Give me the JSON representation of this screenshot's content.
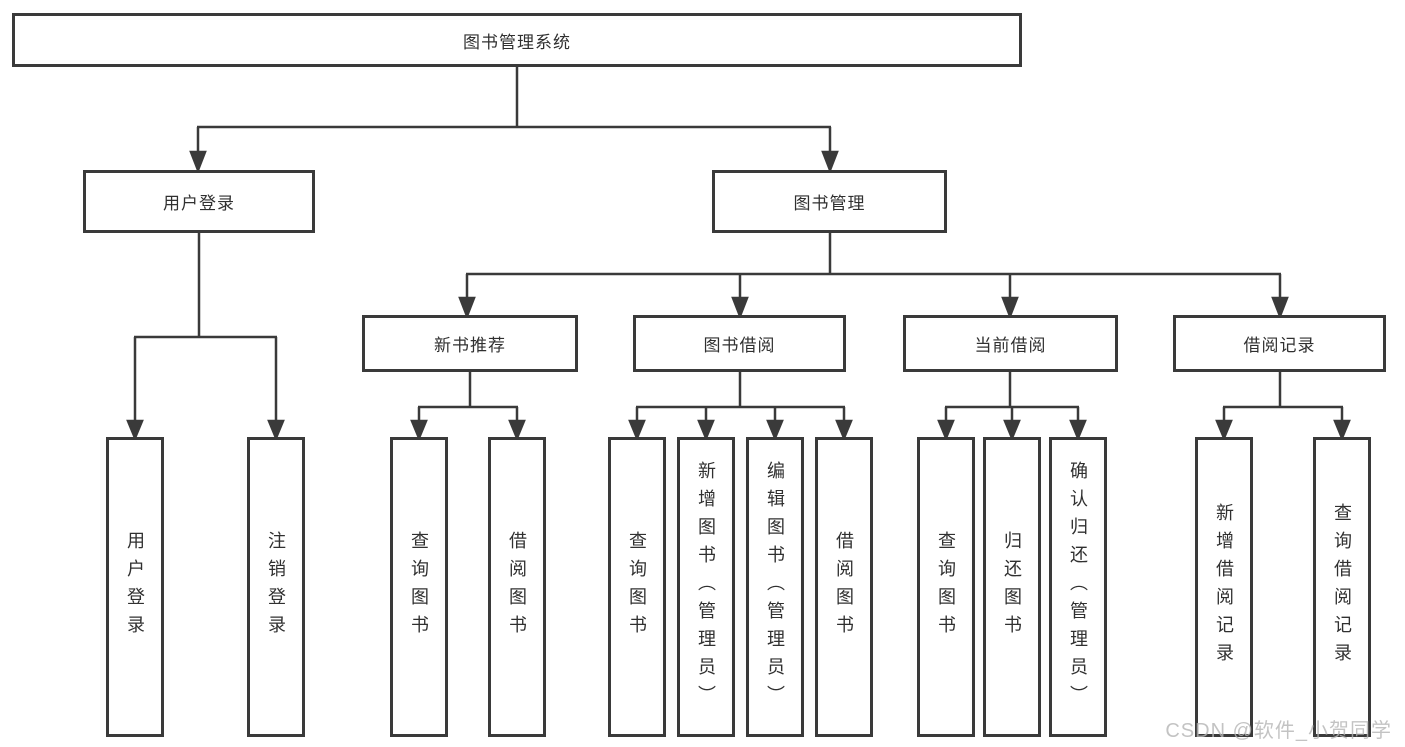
{
  "diagram": {
    "root": {
      "label": "图书管理系统"
    },
    "level2": [
      {
        "id": "user-login",
        "label": "用户登录"
      },
      {
        "id": "book-management",
        "label": "图书管理"
      }
    ],
    "level3": [
      {
        "id": "new-book-recommend",
        "label": "新书推荐"
      },
      {
        "id": "book-borrow",
        "label": "图书借阅"
      },
      {
        "id": "current-borrow",
        "label": "当前借阅"
      },
      {
        "id": "borrow-records",
        "label": "借阅记录"
      }
    ],
    "leaves": {
      "user_login": [
        "用户登录",
        "注销登录"
      ],
      "new_book_recommend": [
        "查询图书",
        "借阅图书"
      ],
      "book_borrow": [
        "查询图书",
        "新增图书（管理员）",
        "编辑图书（管理员）",
        "借阅图书"
      ],
      "current_borrow": [
        "查询图书",
        "归还图书",
        "确认归还（管理员）"
      ],
      "borrow_records": [
        "新增借阅记录",
        "查询借阅记录"
      ]
    }
  },
  "watermark": "CSDN @软件_小贺同学",
  "colors": {
    "line": "#3a3a3a",
    "text": "#303030",
    "watermark": "#b5b5b5",
    "background": "#ffffff"
  }
}
